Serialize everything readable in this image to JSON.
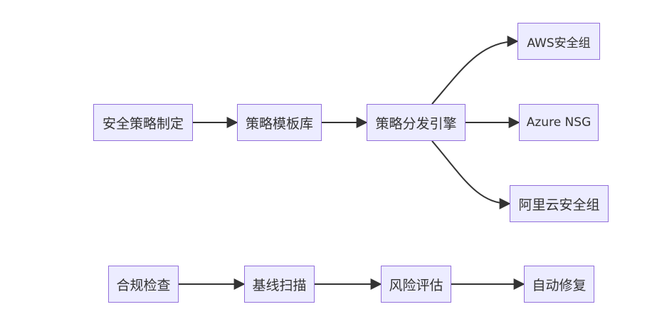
{
  "diagram": {
    "colors": {
      "node_fill": "#ECECFF",
      "node_border": "#9370DB",
      "edge": "#333333",
      "text": "#333333"
    },
    "nodes": {
      "policy_define": "安全策略制定",
      "template_lib": "策略模板库",
      "dispatch_engine": "策略分发引擎",
      "aws_sg": "AWS安全组",
      "azure_nsg": "Azure NSG",
      "aliyun_sg": "阿里云安全组",
      "compliance_check": "合规检查",
      "baseline_scan": "基线扫描",
      "risk_assess": "风险评估",
      "auto_remediate": "自动修复"
    },
    "edges": [
      [
        "policy_define",
        "template_lib"
      ],
      [
        "template_lib",
        "dispatch_engine"
      ],
      [
        "dispatch_engine",
        "aws_sg"
      ],
      [
        "dispatch_engine",
        "azure_nsg"
      ],
      [
        "dispatch_engine",
        "aliyun_sg"
      ],
      [
        "compliance_check",
        "baseline_scan"
      ],
      [
        "baseline_scan",
        "risk_assess"
      ],
      [
        "risk_assess",
        "auto_remediate"
      ]
    ]
  }
}
